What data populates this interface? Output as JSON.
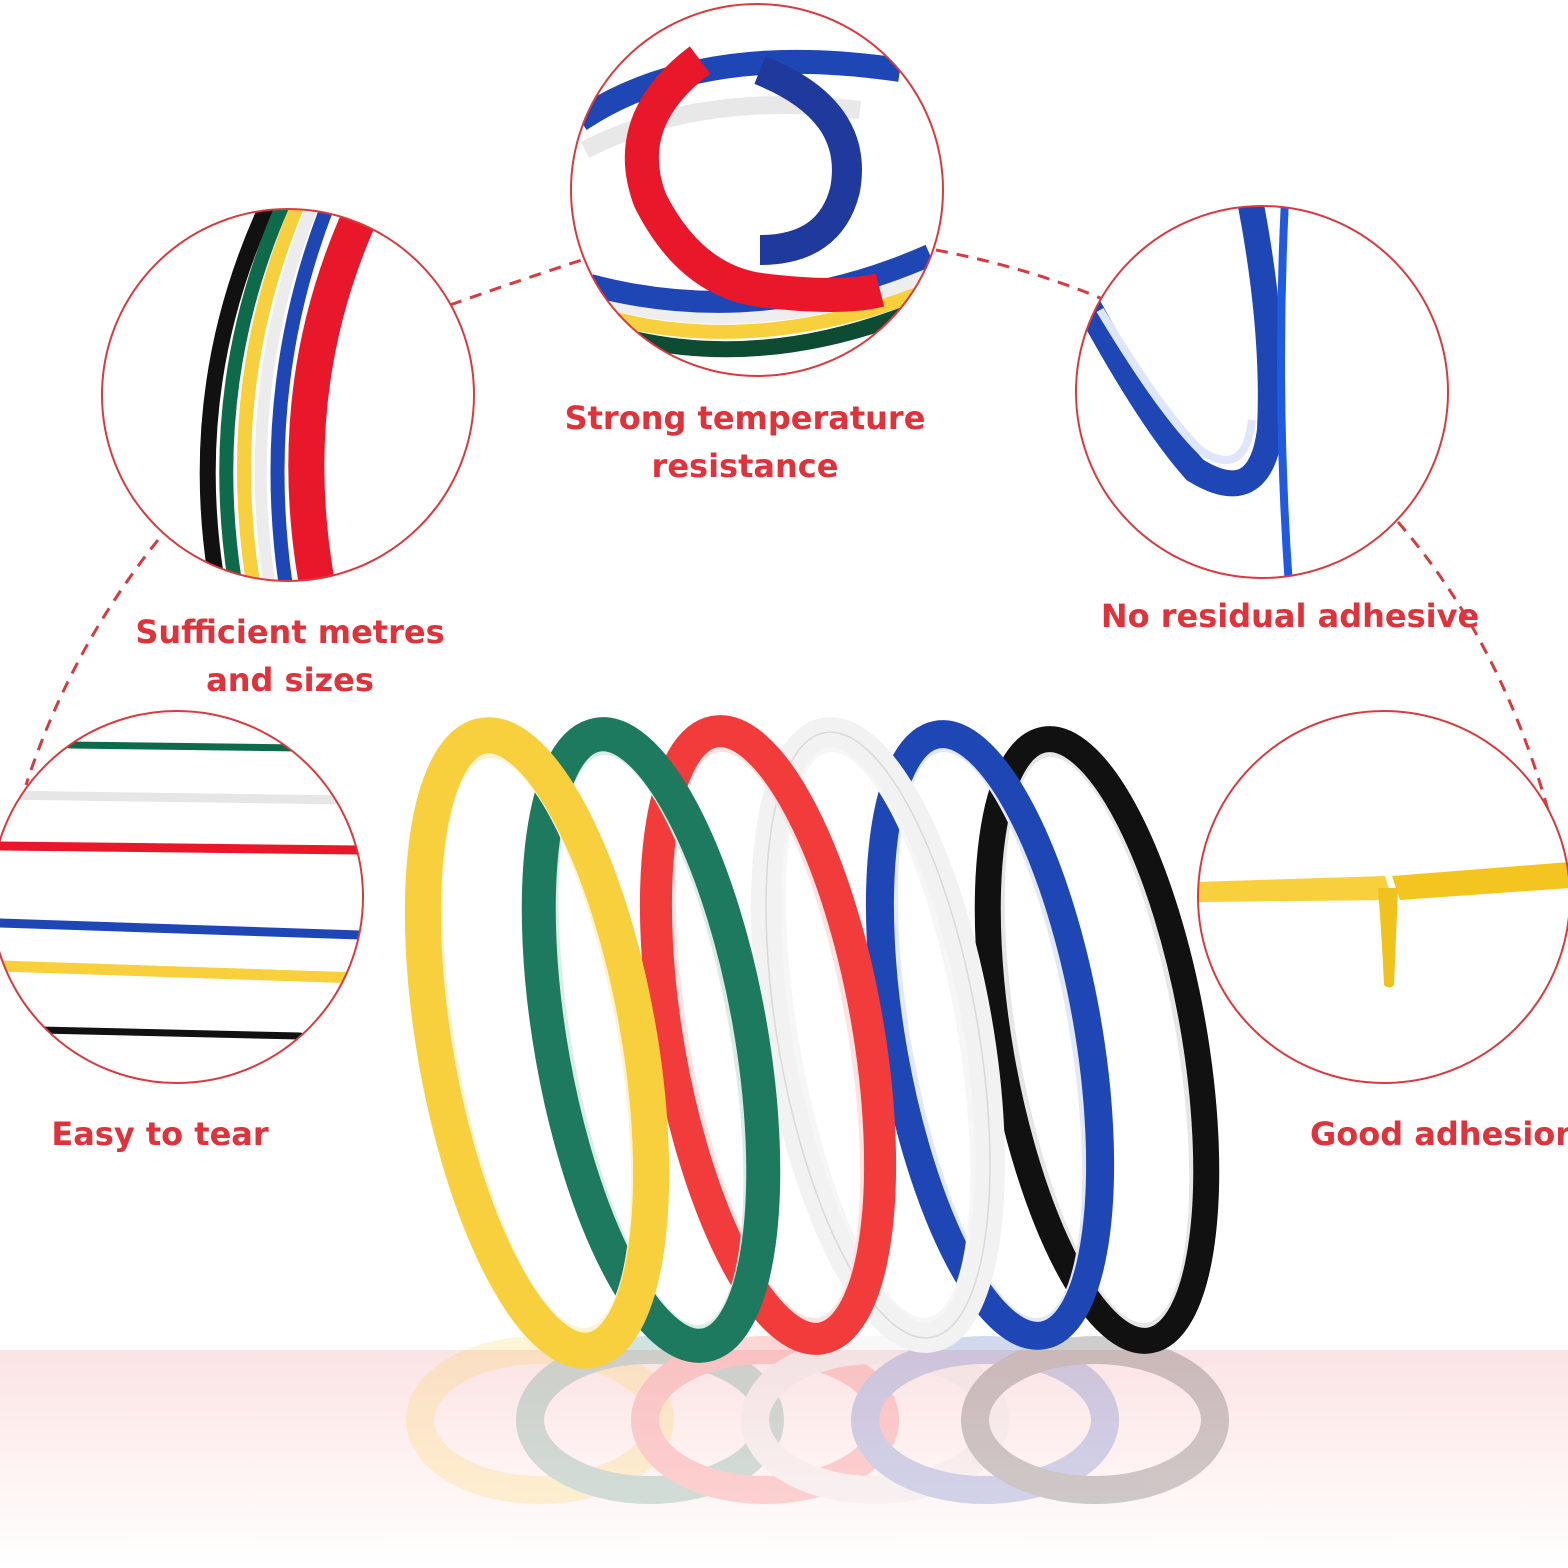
{
  "features": {
    "temperature": "Strong temperature resistance",
    "sizes": "Sufficient metres and sizes",
    "residue": "No residual adhesive",
    "tear": "Easy to tear",
    "adhesion": "Good adhesion"
  },
  "tape_colors": [
    "#f8cf3c",
    "#1e7a5e",
    "#f23b3b",
    "#f2f2f2",
    "#1f46b5",
    "#111111"
  ],
  "colors": {
    "accent": "#e0323a",
    "frame_stroke": "#d83a3f"
  }
}
